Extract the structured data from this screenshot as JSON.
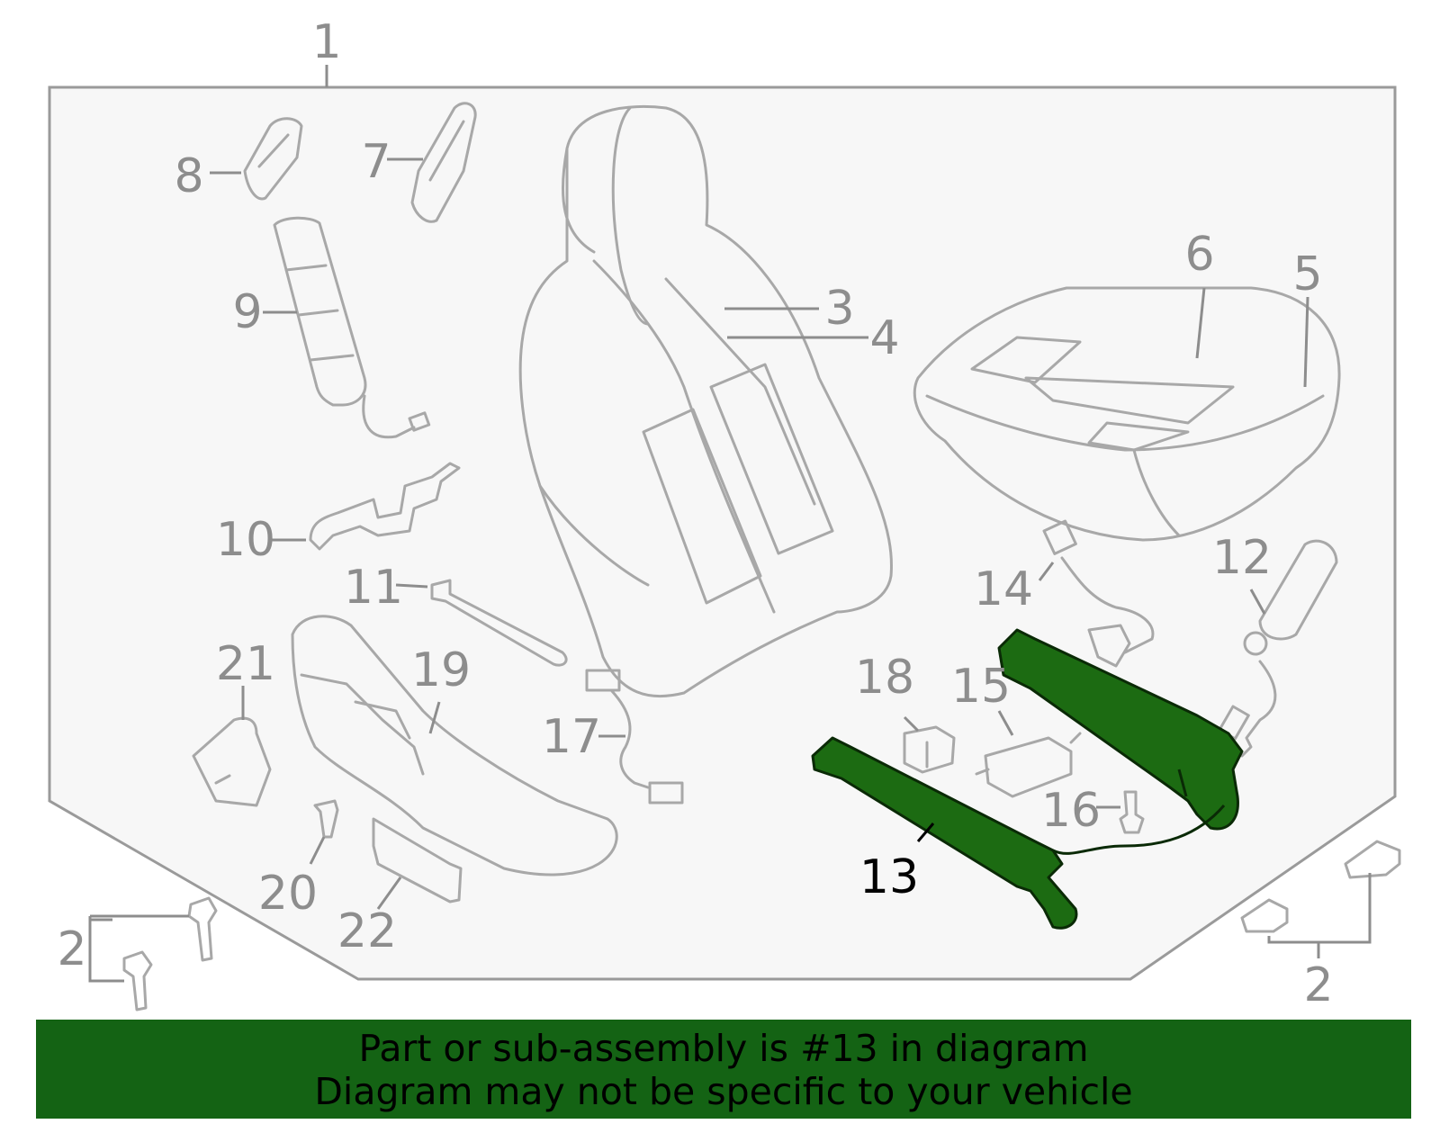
{
  "callouts": {
    "c1": "1",
    "c2a": "2",
    "c2b": "2",
    "c3": "3",
    "c4": "4",
    "c5": "5",
    "c6": "6",
    "c7": "7",
    "c8": "8",
    "c9": "9",
    "c10": "10",
    "c11": "11",
    "c12": "12",
    "c13": "13",
    "c14": "14",
    "c15": "15",
    "c16": "16",
    "c17": "17",
    "c18": "18",
    "c19": "19",
    "c20": "20",
    "c21": "21",
    "c22": "22"
  },
  "banner": {
    "line1": "Part or sub-assembly is #13 in diagram",
    "line2": "Diagram may not be specific to your vehicle"
  },
  "colors": {
    "highlight": "#1c6b12",
    "banner": "#146314",
    "outline": "#a8a8a8"
  },
  "highlighted_part": "13"
}
